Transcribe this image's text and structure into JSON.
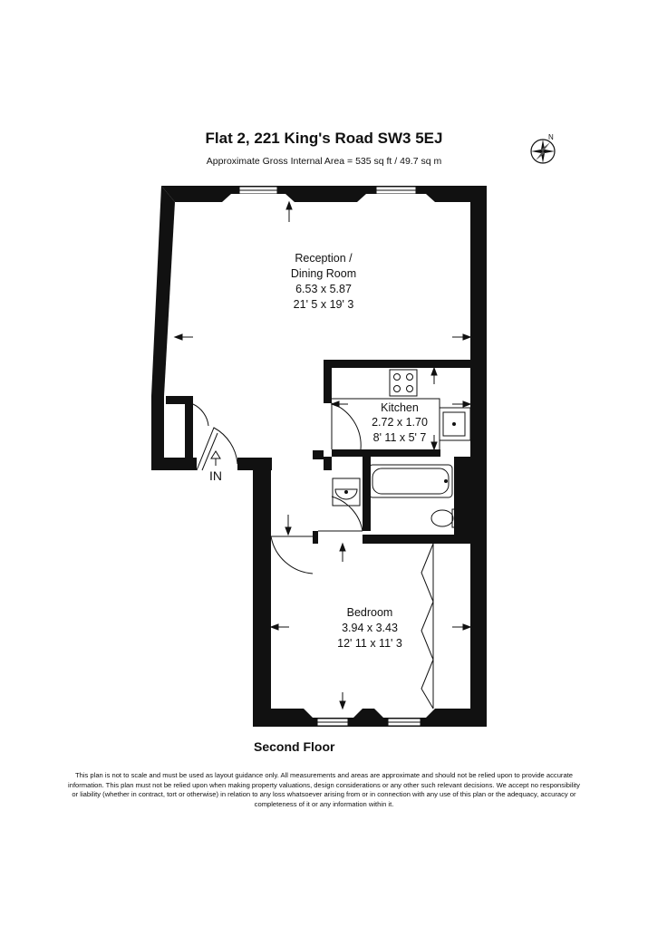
{
  "header": {
    "title": "Flat 2, 221 King's Road SW3 5EJ",
    "area": "Approximate Gross Internal Area = 535 sq ft / 49.7 sq m"
  },
  "compass": {
    "label": "N"
  },
  "rooms": {
    "reception": {
      "name_line1": "Reception /",
      "name_line2": "Dining Room",
      "metric": "6.53 x 5.87",
      "imperial": "21' 5 x 19' 3"
    },
    "kitchen": {
      "name": "Kitchen",
      "metric": "2.72 x 1.70",
      "imperial": "8' 11 x 5' 7"
    },
    "bedroom": {
      "name": "Bedroom",
      "metric": "3.94 x 3.43",
      "imperial": "12' 11 x 11' 3"
    }
  },
  "entrance": {
    "label": "IN"
  },
  "floor": {
    "label": "Second Floor"
  },
  "disclaimer": "This plan is not to scale and must be used as layout guidance only. All measurements and areas are approximate and should not be relied upon to provide accurate information. This plan must not be relied upon when making property valuations, design considerations or any other such relevant decisions. We accept no responsibility or liability (whether in contract, tort or otherwise) in relation to any loss whatsoever arising from or in connection with any use of this plan or the adequacy, accuracy or completeness of it or any information within it."
}
